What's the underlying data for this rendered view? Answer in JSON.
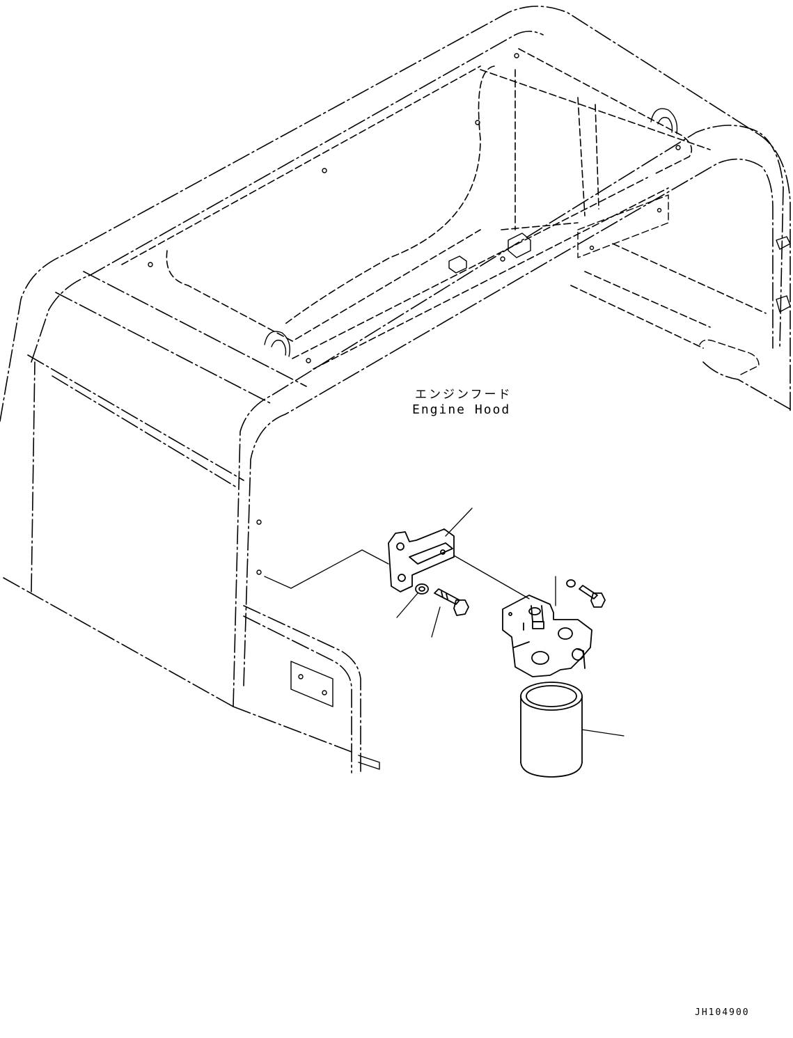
{
  "labels": {
    "part_name_jp": "エンジンフード",
    "part_name_en": "Engine Hood"
  },
  "drawing_id": "JH104900",
  "colors": {
    "line": "#000000",
    "background": "#ffffff"
  }
}
